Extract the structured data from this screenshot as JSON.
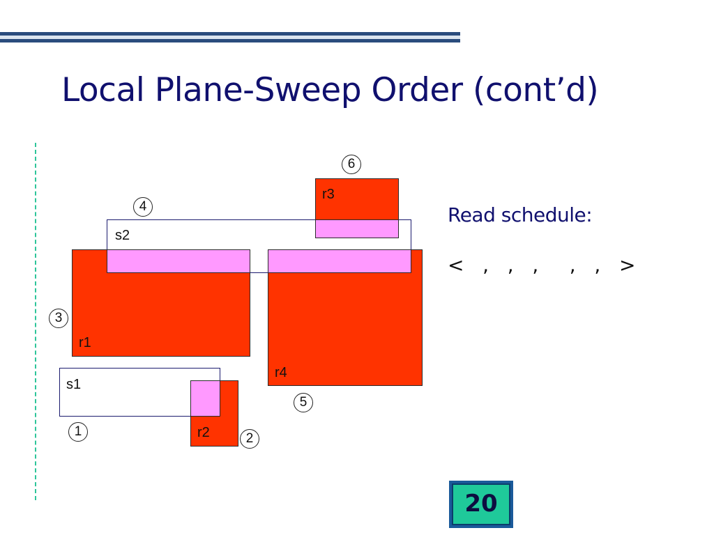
{
  "slide": {
    "title": "Local Plane-Sweep Order (cont’d)",
    "read_schedule_label": "Read schedule:",
    "schedule_text": "<   ,   ,   ,     ,   ,   >",
    "page_number": "20"
  },
  "diagram": {
    "rect_labels": {
      "r1": "r1",
      "r2": "r2",
      "r3": "r3",
      "r4": "r4",
      "s1": "s1",
      "s2": "s2"
    },
    "circle_numbers": [
      "1",
      "2",
      "3",
      "4",
      "5",
      "6"
    ],
    "colors": {
      "r_fill": "#ff3300",
      "overlap_fill": "#ff99ff",
      "s_fill": "#ffffff",
      "title": "#10106e",
      "page_box": "#1fc99a"
    }
  }
}
